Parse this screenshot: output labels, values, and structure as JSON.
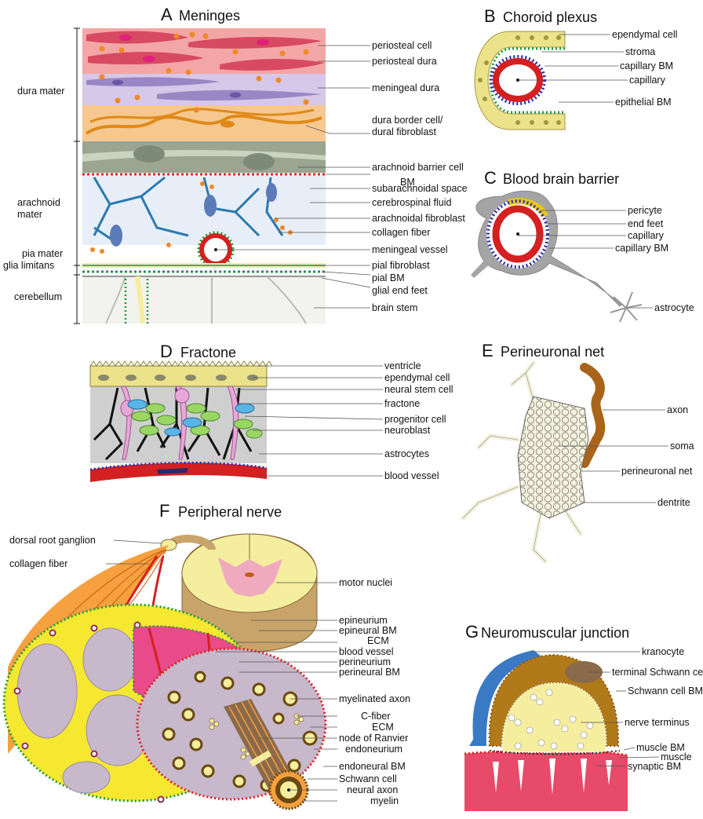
{
  "panels": {
    "A": {
      "letter": "A",
      "title": "Meninges"
    },
    "B": {
      "letter": "B",
      "title": "Choroid plexus"
    },
    "C": {
      "letter": "C",
      "title": "Blood brain barrier"
    },
    "D": {
      "letter": "D",
      "title": "Fractone"
    },
    "E": {
      "letter": "E",
      "title": "Perineuronal net"
    },
    "F": {
      "letter": "F",
      "title": "Peripheral nerve"
    },
    "G": {
      "letter": "G",
      "title": "Neuromuscular junction"
    }
  },
  "meninges": {
    "layers": [
      "dura mater",
      "arachnoid mater",
      "pia mater",
      "glia limitans",
      "cerebellum"
    ],
    "labels": [
      "periosteal cell",
      "periosteal dura",
      "meningeal dura",
      "dura border cell/",
      "dural fibroblast",
      "arachnoid barrier cell",
      "BM",
      "subarachnoidal space",
      "cerebrospinal fluid",
      "arachnoidal fibroblast",
      "collagen fiber",
      "meningeal vessel",
      "pial fibroblast",
      "pial BM",
      "glial end feet",
      "brain stem"
    ]
  },
  "choroid_plexus": {
    "labels": [
      "ependymal cell",
      "stroma",
      "capillary BM",
      "capillary",
      "epithelial BM"
    ]
  },
  "bbb": {
    "labels": [
      "pericyte",
      "end feet",
      "capillary",
      "capillary BM",
      "astrocyte"
    ]
  },
  "fractone": {
    "labels": [
      "ventricle",
      "ependymal cell",
      "neural stem cell",
      "fractone",
      "progenitor cell",
      "neuroblast",
      "astrocytes",
      "blood vessel"
    ]
  },
  "pnn": {
    "labels": [
      "axon",
      "soma",
      "perineuronal net",
      "dentrite"
    ]
  },
  "peripheral": {
    "left_labels": [
      "dorsal root ganglion",
      "collagen fiber"
    ],
    "labels": [
      "motor nuclei",
      "epineurium",
      "epineural BM",
      "ECM",
      "blood vessel",
      "perineurium",
      "perineural BM",
      "myelinated axon",
      "C-fiber",
      "ECM",
      "node of Ranvier",
      "endoneurium",
      "endoneural BM",
      "Schwann cell",
      "neural axon",
      "myelin"
    ]
  },
  "nmj": {
    "labels": [
      "kranocyte",
      "terminal Schwann cell",
      "Schwann cell BM",
      "nerve terminus",
      "muscle BM",
      "muscle",
      "synaptic BM"
    ]
  },
  "colors": {
    "red": "#d42020",
    "bm_red": "#e02020",
    "bm_green": "#1a9a3c",
    "bm_blue": "#2a2aa8",
    "orange": "#f08a24",
    "yellow": "#f4ee9e",
    "brown": "#8a5a14",
    "pink": "#e84a6a"
  }
}
